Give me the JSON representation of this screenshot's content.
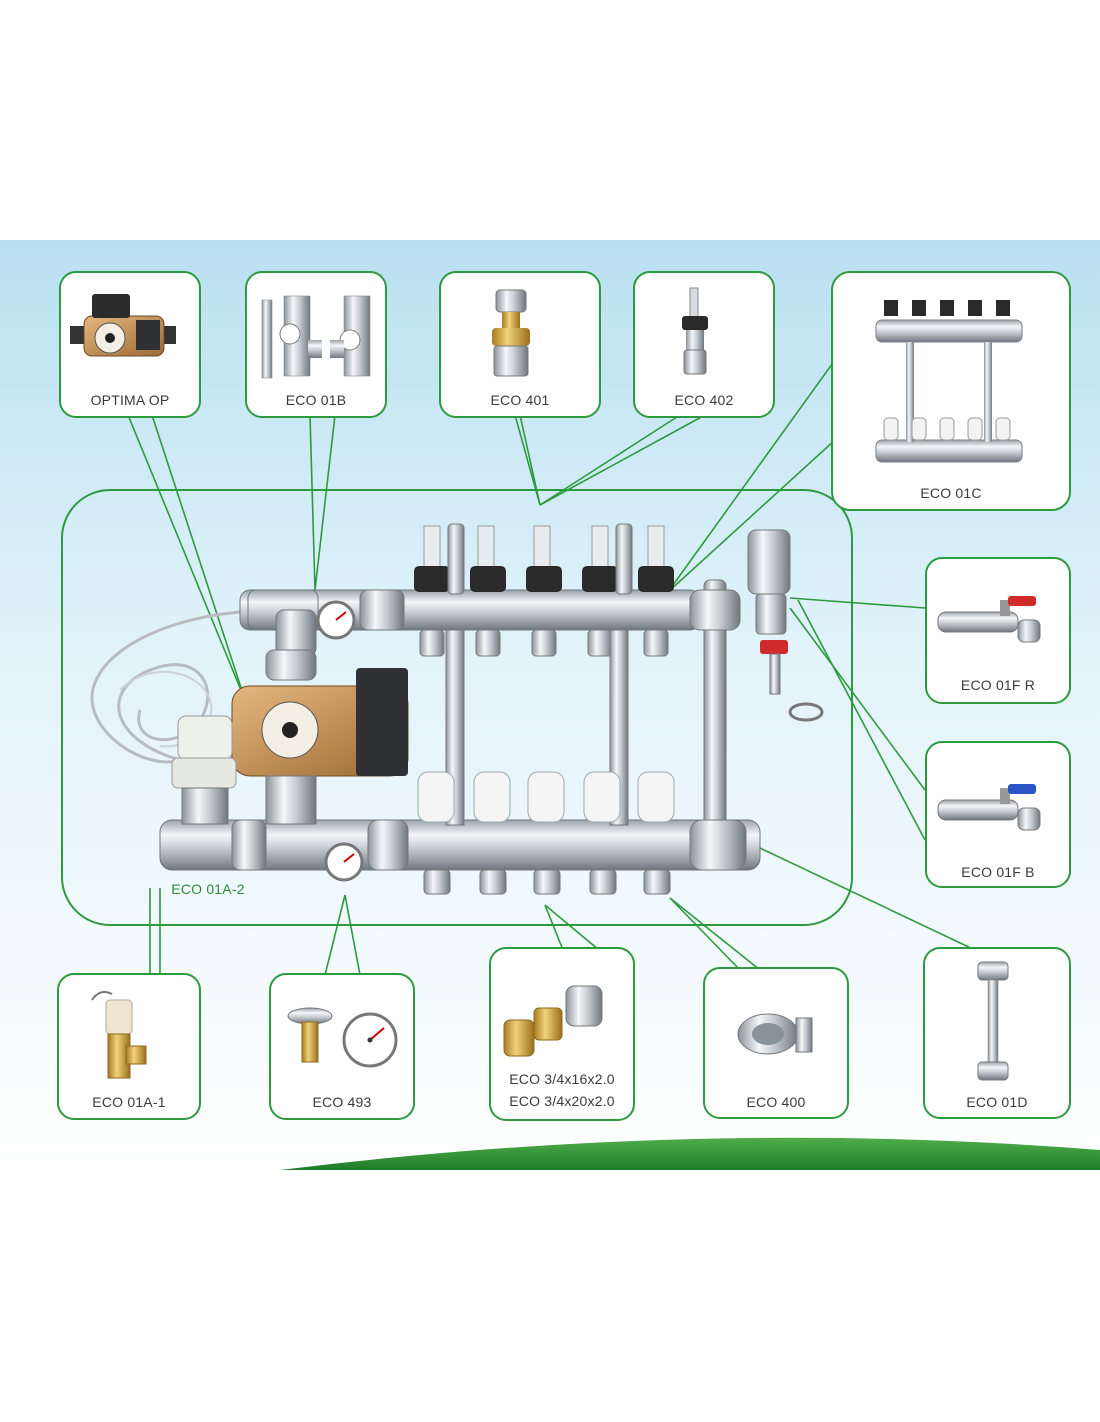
{
  "diagram": {
    "components": [
      {
        "key": "optima",
        "label": "OPTIMA OP"
      },
      {
        "key": "eco01b",
        "label": "ECO 01B"
      },
      {
        "key": "eco401",
        "label": "ECO 401"
      },
      {
        "key": "eco402",
        "label": "ECO 402"
      },
      {
        "key": "eco01c",
        "label": "ECO 01C"
      },
      {
        "key": "eco01fr",
        "label": "ECO 01F R"
      },
      {
        "key": "eco01fb",
        "label": "ECO 01F B"
      },
      {
        "key": "eco01a2",
        "label": "ECO 01A-2"
      },
      {
        "key": "eco01a1",
        "label": "ECO 01A-1"
      },
      {
        "key": "eco493",
        "label": "ECO 493"
      },
      {
        "key": "eco34",
        "label_line1": "ECO 3/4x16x2.0",
        "label_line2": "ECO 3/4x20x2.0"
      },
      {
        "key": "eco400",
        "label": "ECO 400"
      },
      {
        "key": "eco01d",
        "label": "ECO 01D"
      }
    ],
    "colors": {
      "frame_green": "#2e9a3e",
      "label_green": "#2f8a3c",
      "bg_top": "#ffffff",
      "bg_sky": "#bfe3f3",
      "chrome_light": "#f2f4f6",
      "chrome_dark": "#8a9299",
      "pump_bronze": "#c8955a",
      "valve_red": "#d02a2a",
      "valve_blue": "#2a55c8"
    }
  }
}
